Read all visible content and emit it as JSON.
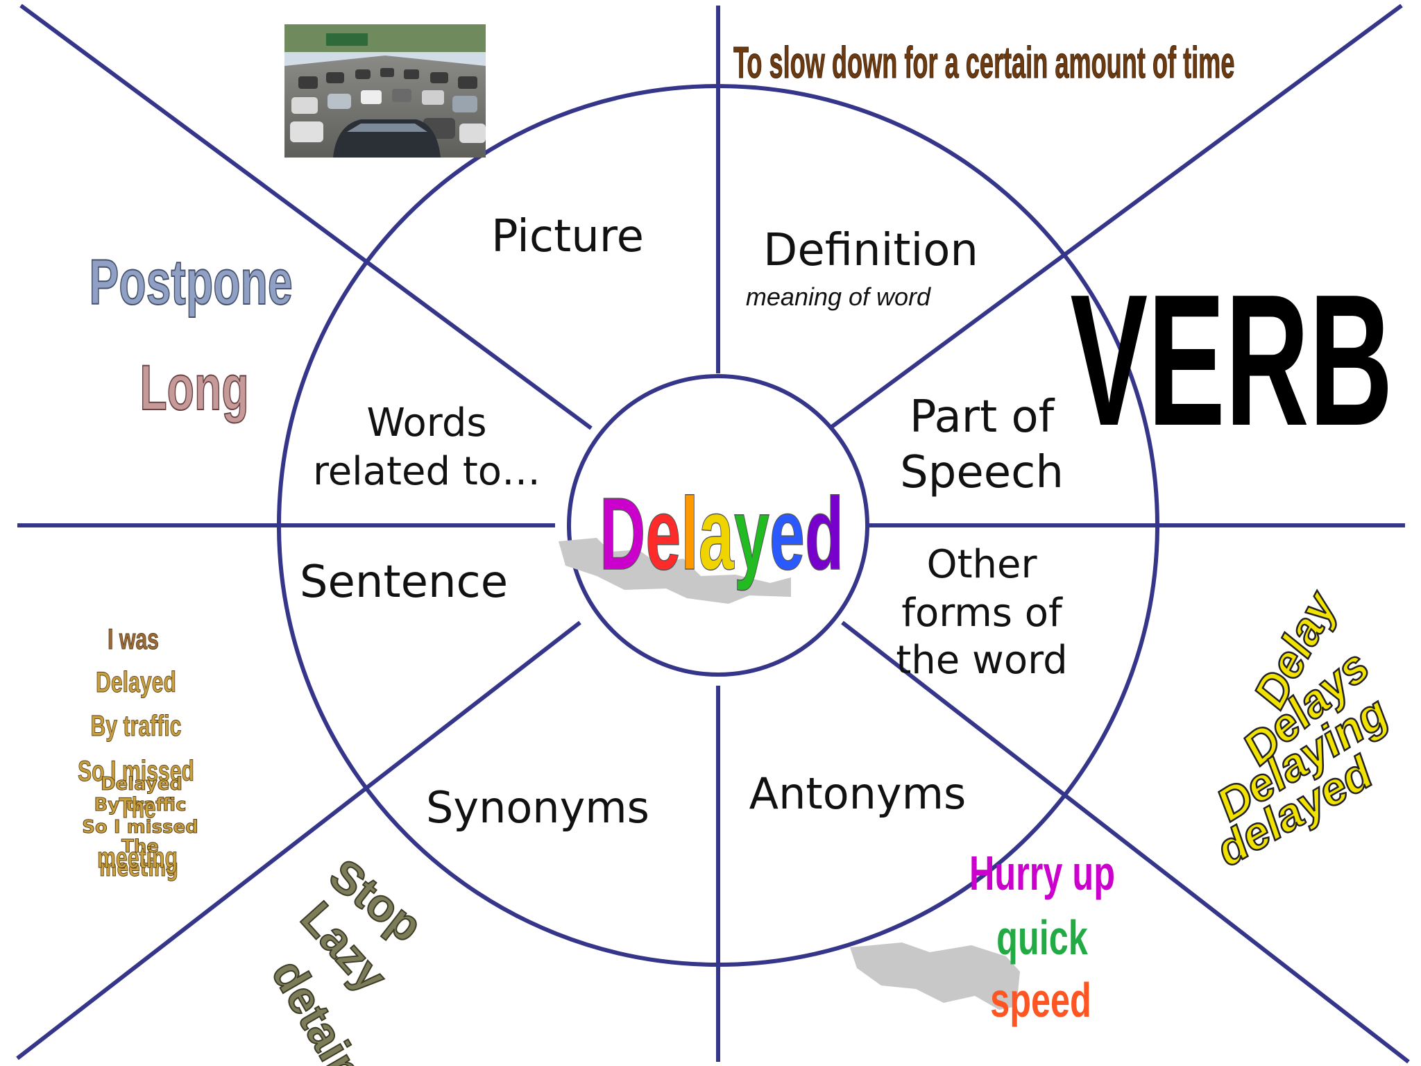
{
  "colors": {
    "lines": "#35358a",
    "background": "#ffffff"
  },
  "center_word": {
    "text": "Delayed",
    "letter_colors": [
      "#cc00cc",
      "#ff2a2a",
      "#ff9900",
      "#f0d400",
      "#22bb22",
      "#2a5aff",
      "#7700cc"
    ]
  },
  "sections": {
    "picture": "Picture",
    "definition": "Definition",
    "definition_sub": "meaning of word",
    "part_of_speech": [
      "Part of",
      "Speech"
    ],
    "other_forms": [
      "Other",
      "forms of",
      "the word"
    ],
    "antonyms": "Antonyms",
    "synonyms": "Synonyms",
    "sentence": "Sentence",
    "words_related": [
      "Words",
      "related to…"
    ]
  },
  "answers": {
    "definition": "To slow down for a certain amount of time",
    "part_of_speech": "VERB",
    "related_words": [
      "Postpone",
      "Long"
    ],
    "sentence_main": [
      "I was",
      "Delayed",
      "By traffic",
      "So I missed",
      "The",
      "meeting"
    ],
    "sentence_overlap": [
      "Delayed",
      "By traffic",
      "So I missed",
      "The",
      "meeting"
    ],
    "synonyms": [
      "Stop",
      "Lazy",
      "detain"
    ],
    "antonyms": [
      "Hurry up",
      "quick",
      "speed"
    ],
    "other_forms": [
      "Delay",
      "Delays",
      "Delaying",
      "delayed"
    ]
  },
  "icons": {
    "traffic_photo": "traffic-jam-photo"
  }
}
